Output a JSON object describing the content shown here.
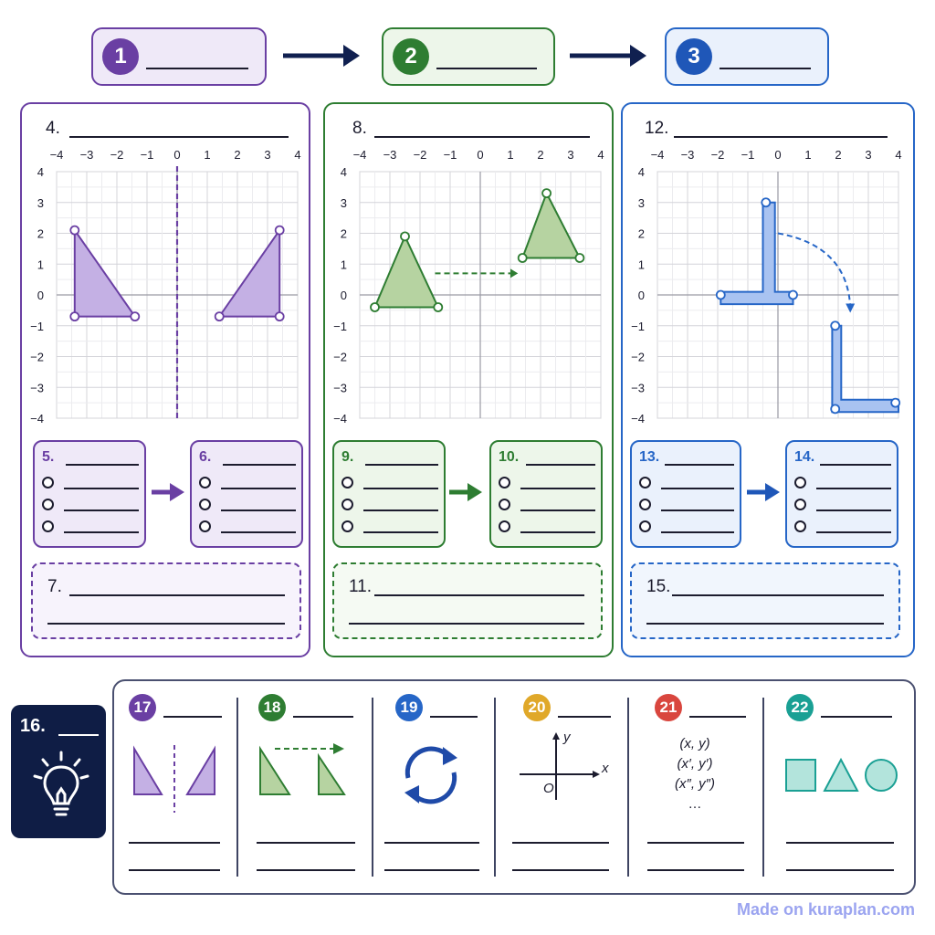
{
  "colors": {
    "purple": "#6a3fa3",
    "purple_fill": "#c4b0e4",
    "purple_bg": "#efe9f8",
    "green": "#2e7d32",
    "green_fill": "#b6d3a1",
    "green_bg": "#edf6ea",
    "blue": "#2666c7",
    "blue_fill": "#a9c3f1",
    "blue_bg": "#eaf1fc",
    "dark": "#0f1d45"
  },
  "steps": [
    {
      "num": "1"
    },
    {
      "num": "2"
    },
    {
      "num": "3"
    }
  ],
  "panels": [
    {
      "title": "4.",
      "mini_left": "5.",
      "mini_right": "6.",
      "note": "7."
    },
    {
      "title": "8.",
      "mini_left": "9.",
      "mini_right": "10.",
      "note": "11."
    },
    {
      "title": "12.",
      "mini_left": "13.",
      "mini_right": "14.",
      "note": "15."
    }
  ],
  "axis_ticks": {
    "x": [
      "−4",
      "−3",
      "−2",
      "−1",
      "0",
      "1",
      "2",
      "3",
      "4"
    ],
    "y": [
      "4",
      "3",
      "2",
      "1",
      "0",
      "−1",
      "−2",
      "−3",
      "−4"
    ]
  },
  "summary": {
    "tip_label": "16.",
    "columns": [
      {
        "num": "17",
        "icon": "reflection-triangles-icon"
      },
      {
        "num": "18",
        "icon": "translation-triangles-icon"
      },
      {
        "num": "19",
        "icon": "rotation-arrows-icon"
      },
      {
        "num": "20",
        "icon": "coordinate-axes-icon",
        "axis_x": "x",
        "axis_y": "y",
        "origin": "O"
      },
      {
        "num": "21",
        "icon": "coordinate-notation-icon",
        "coords": [
          "(x, y)",
          "(x′, y′)",
          "(x″, y″)",
          "…"
        ]
      },
      {
        "num": "22",
        "icon": "shapes-icon"
      }
    ]
  },
  "footer": "Made on kuraplan.com"
}
